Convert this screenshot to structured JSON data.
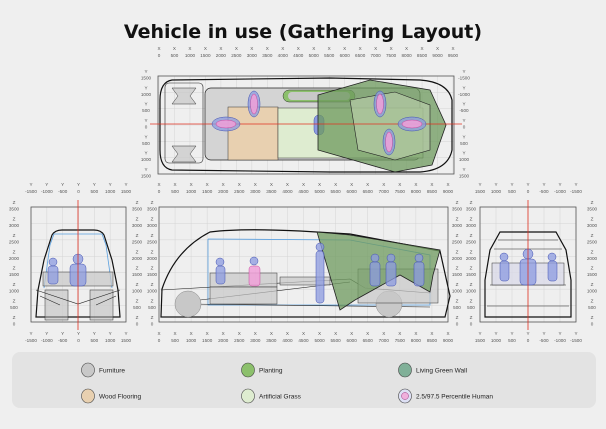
{
  "title": "Vehicle in use (Gathering Layout)",
  "plan_view": {
    "x_axis_letter": "X",
    "x_ticks": [
      "0",
      "500",
      "1000",
      "1500",
      "2000",
      "2500",
      "3000",
      "3500",
      "4000",
      "4500",
      "5000",
      "5500",
      "6000",
      "6500",
      "7000",
      "7500",
      "8000",
      "8500",
      "9000",
      "9500"
    ],
    "y_axis_letter": "Y",
    "y_ticks_left": [
      "1500",
      "1000",
      "500",
      "0",
      "500",
      "1000",
      "1500"
    ],
    "y_ticks_right": [
      "-1500",
      "-1000",
      "-500",
      "0",
      "500",
      "1000",
      "1500"
    ]
  },
  "front_view": {
    "y_axis_letter": "Y",
    "y_ticks": [
      "-1500",
      "-1000",
      "-500",
      "0",
      "500",
      "1000",
      "1500"
    ],
    "z_axis_letter": "Z",
    "z_ticks": [
      "3500",
      "3000",
      "2500",
      "2000",
      "1500",
      "1000",
      "500",
      "0"
    ]
  },
  "side_view": {
    "x_axis_letter": "X",
    "x_ticks": [
      "0",
      "500",
      "1000",
      "1500",
      "2000",
      "2500",
      "3000",
      "3500",
      "4000",
      "4500",
      "5000",
      "5500",
      "6000",
      "6500",
      "7000",
      "7500",
      "8000",
      "8500",
      "9000"
    ],
    "z_axis_letter": "Z",
    "z_ticks": [
      "3500",
      "3000",
      "2500",
      "2000",
      "1500",
      "1000",
      "500",
      "0"
    ]
  },
  "rear_view": {
    "y_axis_letter": "Y",
    "y_ticks": [
      "1500",
      "1000",
      "500",
      "0",
      "-500",
      "-1000",
      "-1500"
    ],
    "z_axis_letter": "Z",
    "z_ticks": [
      "3500",
      "3000",
      "2500",
      "2000",
      "1500",
      "1000",
      "500",
      "0"
    ]
  },
  "legend": [
    {
      "label": "Furniture",
      "color": "#c8c8c8"
    },
    {
      "label": "Planting",
      "color": "#8cc06c"
    },
    {
      "label": "Living Green Wall",
      "color": "#80b098"
    },
    {
      "label": "Wood Flooring",
      "color": "#e8d0b0"
    },
    {
      "label": "Artificial Grass",
      "color": "#deecd0"
    },
    {
      "label": "2.5/97.5 Percentile Human",
      "color": "#f0b0dc"
    }
  ]
}
